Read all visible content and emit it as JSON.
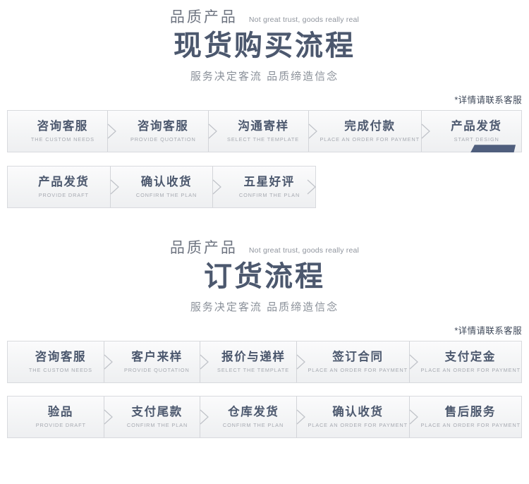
{
  "sections": [
    {
      "id": "in-stock-purchase",
      "header": {
        "cn_small": "品质产品",
        "en_small": "Not great trust, goods really real",
        "main_title": "现货购买流程",
        "sub_title": "服务决定客流  品质缔造信念"
      },
      "note": "*详情请联系客服",
      "rows": [
        {
          "steps": [
            {
              "cn": "咨询客服",
              "en": "THE CUSTOM NEEDS"
            },
            {
              "cn": "咨询客服",
              "en": "PROVIDE QUOTATION"
            },
            {
              "cn": "沟通寄样",
              "en": "SELECT THE TEMPLATE"
            },
            {
              "cn": "完成付款",
              "en": "PLACE AN ORDER FOR PAYMENT"
            },
            {
              "cn": "产品发货",
              "en": "START DESIGN"
            }
          ]
        },
        {
          "steps": [
            {
              "cn": "产品发货",
              "en": "PROVIDE DRAFT"
            },
            {
              "cn": "确认收货",
              "en": "CONFIRM THE PLAN"
            },
            {
              "cn": "五星好评",
              "en": "CONFIRM THE PLAN"
            }
          ]
        }
      ]
    },
    {
      "id": "order-process",
      "header": {
        "cn_small": "品质产品",
        "en_small": "Not great trust, goods really real",
        "main_title": "订货流程",
        "sub_title": "服务决定客流  品质缔造信念"
      },
      "note": "*详情请联系客服",
      "rows": [
        {
          "steps": [
            {
              "cn": "咨询客服",
              "en": "THE CUSTOM NEEDS"
            },
            {
              "cn": "客户来样",
              "en": "PROVIDE QUOTATION"
            },
            {
              "cn": "报价与递样",
              "en": "SELECT THE TEMPLATE"
            },
            {
              "cn": "签订合同",
              "en": "PLACE AN ORDER FOR PAYMENT"
            },
            {
              "cn": "支付定金",
              "en": "PLACE AN ORDER FOR PAYMENT"
            }
          ]
        },
        {
          "steps": [
            {
              "cn": "验品",
              "en": "PROVIDE DRAFT"
            },
            {
              "cn": "支付尾款",
              "en": "CONFIRM THE PLAN"
            },
            {
              "cn": "仓库发货",
              "en": "CONFIRM THE PLAN"
            },
            {
              "cn": "确认收货",
              "en": "PLACE AN ORDER FOR PAYMENT"
            },
            {
              "cn": "售后服务",
              "en": "PLACE AN ORDER FOR PAYMENT"
            }
          ]
        }
      ]
    }
  ],
  "colors": {
    "title": "#4c586e",
    "muted": "#8a9099",
    "en_caption": "#a6aab1",
    "accent_tab": "#4f5e7d",
    "border": "#d8dade"
  }
}
